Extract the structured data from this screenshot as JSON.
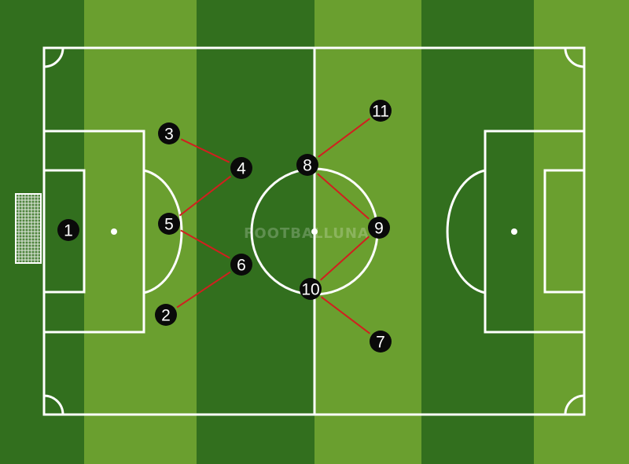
{
  "watermark": "FOOTBALLUNA",
  "colors": {
    "stripe_dark": "#326f1e",
    "stripe_light": "#6a9f2f",
    "line": "#ffffff",
    "player_fill": "#0a0a0a",
    "player_text": "#ffffff",
    "link": "#d11f1f"
  },
  "players": [
    {
      "id": "gk",
      "label": "1"
    },
    {
      "id": "p2",
      "label": "2"
    },
    {
      "id": "p3",
      "label": "3"
    },
    {
      "id": "p4",
      "label": "4"
    },
    {
      "id": "p5",
      "label": "5"
    },
    {
      "id": "p6",
      "label": "6"
    },
    {
      "id": "p7",
      "label": "7"
    },
    {
      "id": "p8",
      "label": "8"
    },
    {
      "id": "p9",
      "label": "9"
    },
    {
      "id": "p10",
      "label": "10"
    },
    {
      "id": "p11",
      "label": "11"
    }
  ],
  "links": [
    [
      "p3",
      "p4"
    ],
    [
      "p4",
      "p5"
    ],
    [
      "p5",
      "p6"
    ],
    [
      "p6",
      "p2"
    ],
    [
      "p8",
      "p11"
    ],
    [
      "p8",
      "p9"
    ],
    [
      "p9",
      "p10"
    ],
    [
      "p10",
      "p7"
    ]
  ]
}
